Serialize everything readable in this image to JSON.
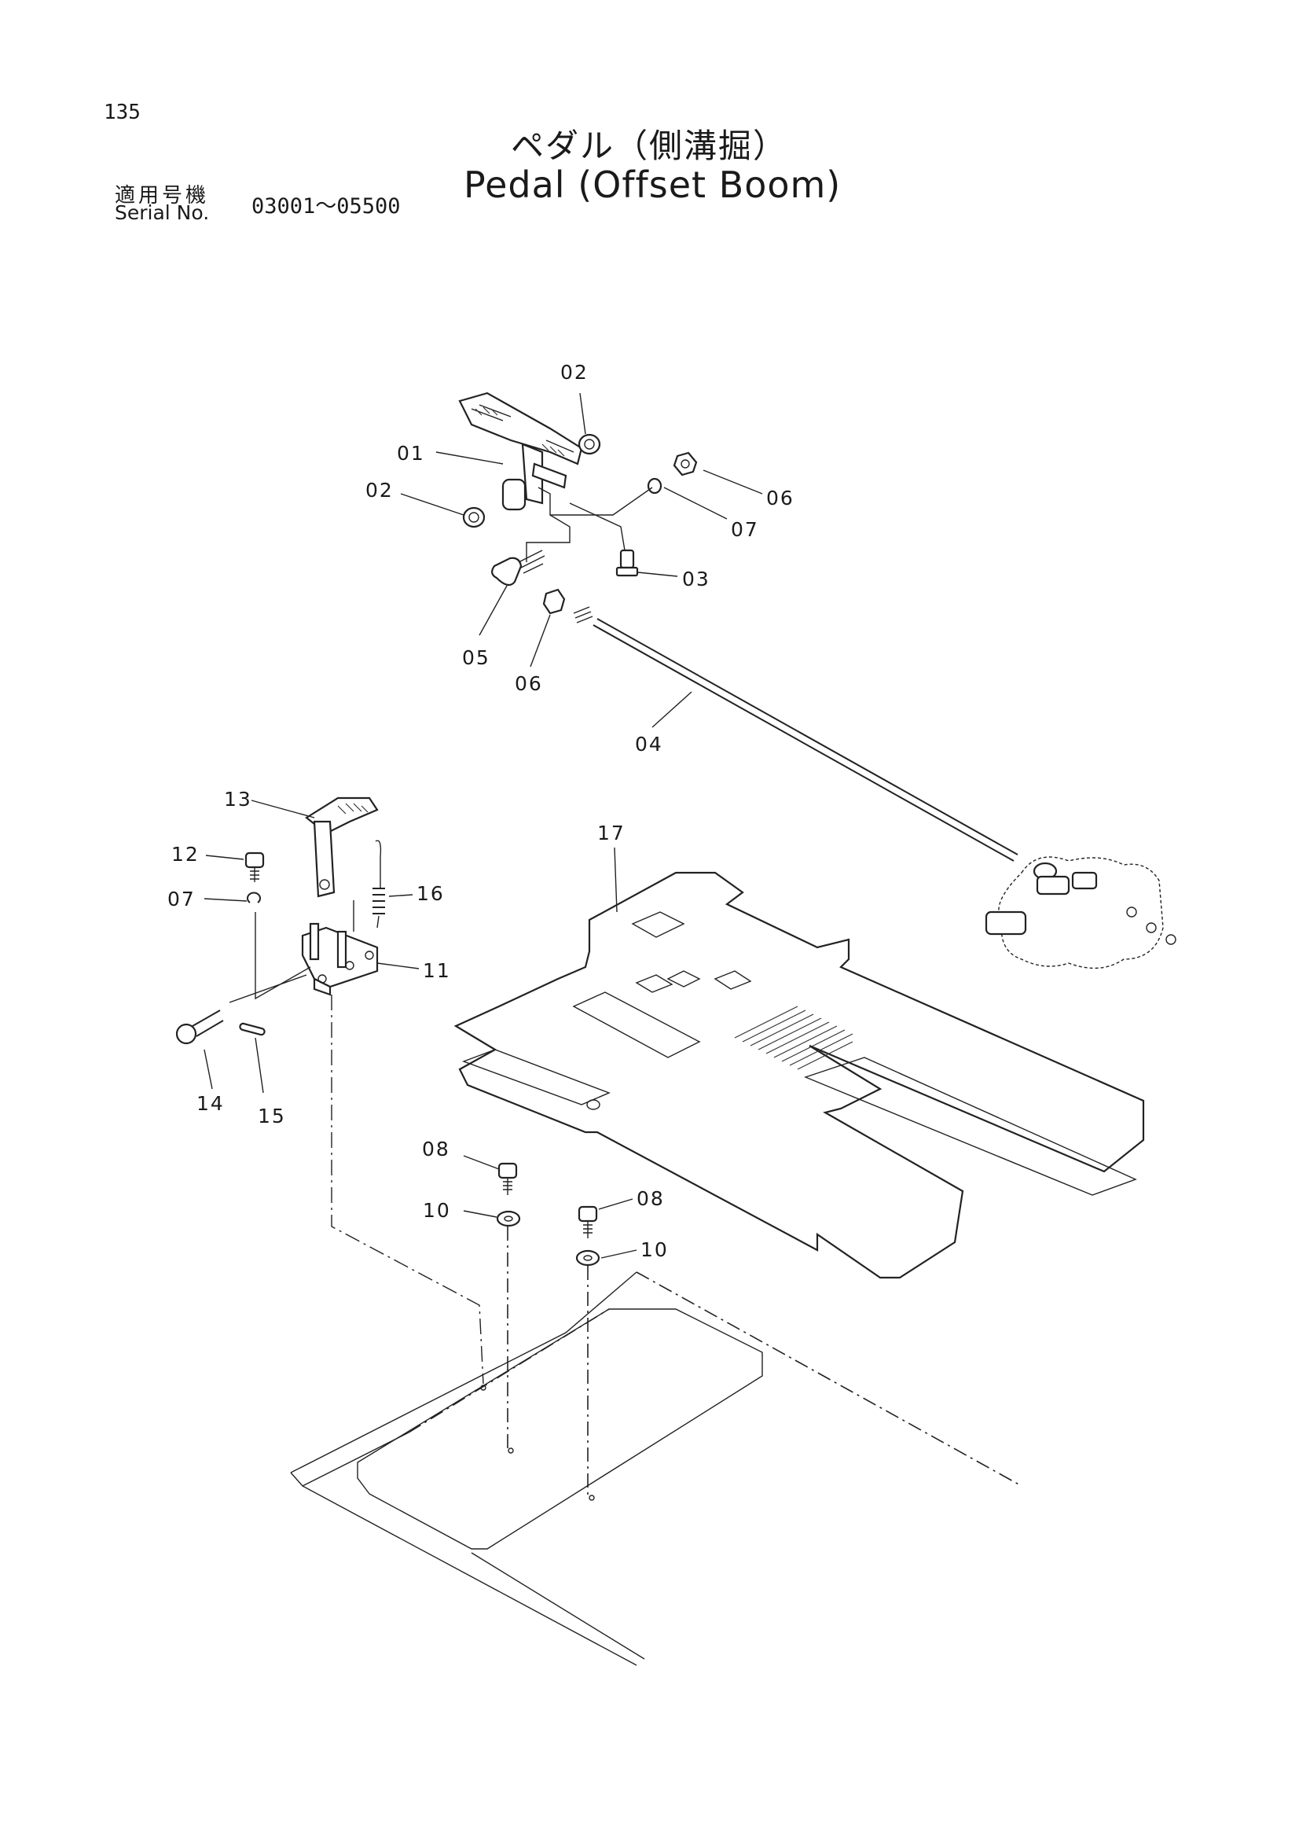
{
  "header": {
    "page_number": "135",
    "title_jp": "ペダル（側溝掘）",
    "title_en": "Pedal (Offset Boom)",
    "serial_label_jp": "適用号機",
    "serial_label_en": "Serial No.",
    "serial_range": "03001～05500"
  },
  "callouts": {
    "c01": "01",
    "c02a": "02",
    "c02b": "02",
    "c03": "03",
    "c04": "04",
    "c05": "05",
    "c06a": "06",
    "c06b": "06",
    "c07a": "07",
    "c07b": "07",
    "c08a": "08",
    "c08b": "08",
    "c10a": "10",
    "c10b": "10",
    "c11": "11",
    "c12": "12",
    "c13": "13",
    "c14": "14",
    "c15": "15",
    "c16": "16",
    "c17": "17"
  }
}
